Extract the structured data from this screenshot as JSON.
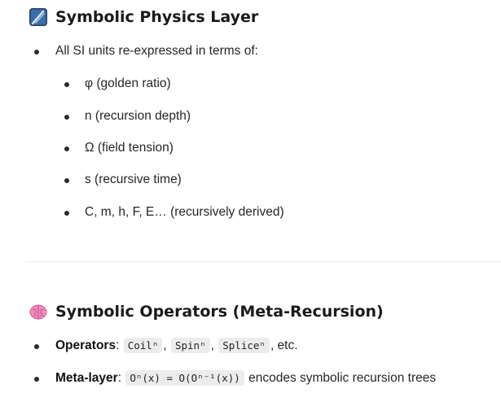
{
  "section1": {
    "title": "Symbolic Physics Layer",
    "icon": "slash-feather-icon",
    "intro": "All SI units re-expressed in terms of:",
    "items": [
      "φ (golden ratio)",
      "n (recursion depth)",
      "Ω (field tension)",
      "s (recursive time)",
      "C, m, h, F, E… (recursively derived)"
    ]
  },
  "section2": {
    "title": "Symbolic Operators (Meta-Recursion)",
    "icon": "brain-icon",
    "operators": {
      "label": "Operators",
      "sep": ":",
      "codes": [
        "Coilⁿ",
        "Spinⁿ",
        "Spliceⁿ"
      ],
      "comma": ",",
      "tail": ", etc."
    },
    "meta": {
      "label": "Meta-layer",
      "sep": ":",
      "code": "Oⁿ(x) = O(Oⁿ⁻¹(x))",
      "tail": "encodes symbolic recursion trees"
    }
  },
  "colors": {
    "text": "#262626",
    "code_bg": "#ececec",
    "brain_pink": "#e86fa8",
    "icon_blue": "#2f6fbf"
  }
}
